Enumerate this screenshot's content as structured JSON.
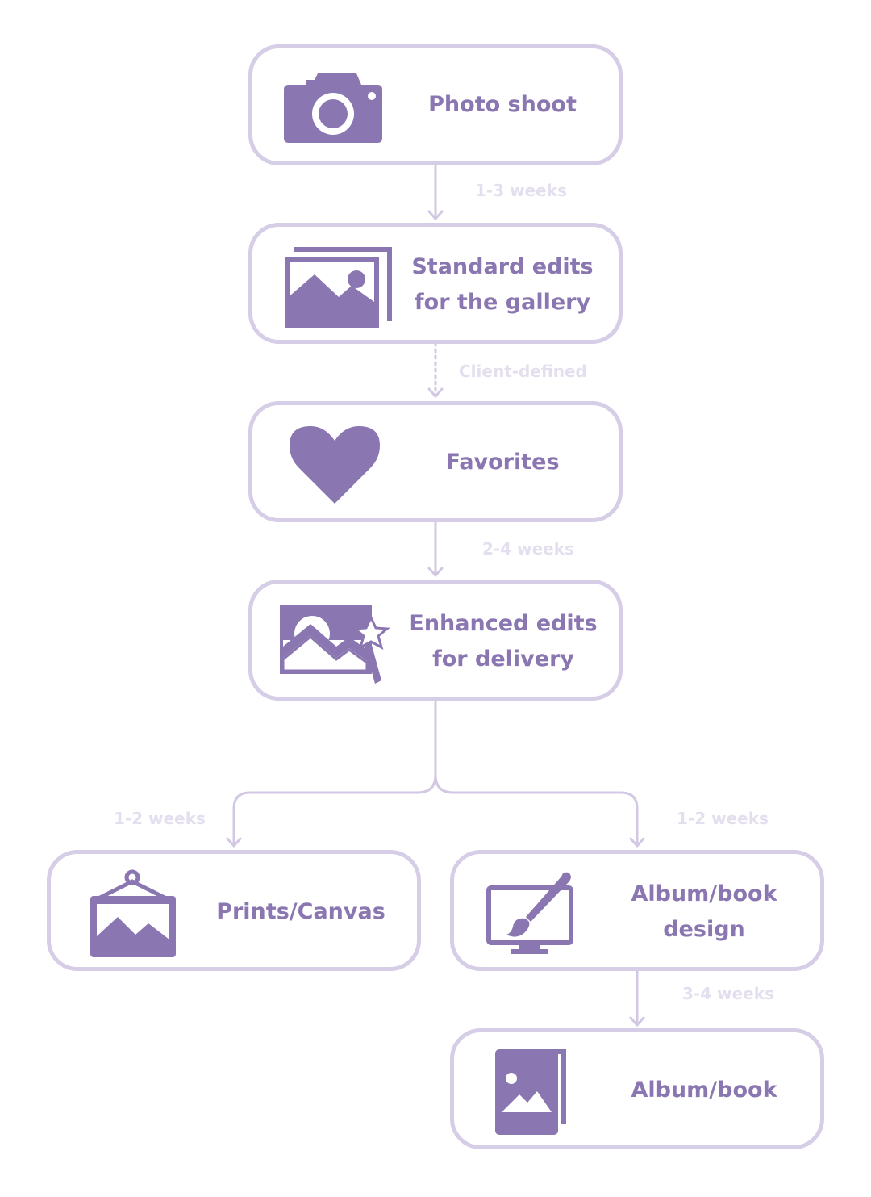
{
  "colors": {
    "accent": "#8a76b1",
    "border": "#d6cde6",
    "connector": "#d2c8e3",
    "edge_label": "#e4dfee"
  },
  "nodes": {
    "photo_shoot": {
      "label": "Photo shoot",
      "icon": "camera-icon"
    },
    "standard_edits": {
      "label_line1": "Standard edits",
      "label_line2": "for the gallery",
      "icon": "photo-gallery-icon"
    },
    "favorites": {
      "label": "Favorites",
      "icon": "heart-icon"
    },
    "enhanced_edits": {
      "label_line1": "Enhanced edits",
      "label_line2": "for delivery",
      "icon": "magic-wand-photo-icon"
    },
    "prints_canvas": {
      "label": "Prints/Canvas",
      "icon": "hanging-picture-icon"
    },
    "album_design": {
      "label_line1": "Album/book",
      "label_line2": "design",
      "icon": "monitor-paintbrush-icon"
    },
    "album_book": {
      "label": "Album/book",
      "icon": "photo-book-icon"
    }
  },
  "edges": {
    "shoot_to_standard": "1-3 weeks",
    "standard_to_favorites": "Client-defined",
    "favorites_to_enhanced": "2-4 weeks",
    "enhanced_to_prints": "1-2 weeks",
    "enhanced_to_album_design": "1-2 weeks",
    "album_design_to_album": "3-4 weeks"
  }
}
